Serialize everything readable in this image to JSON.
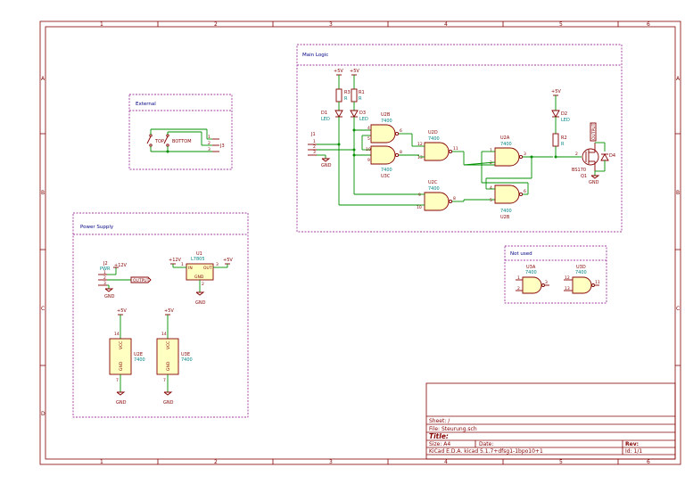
{
  "frame": {
    "columns": [
      "1",
      "2",
      "3",
      "4",
      "5",
      "6"
    ],
    "rows": [
      "A",
      "B",
      "C",
      "D"
    ]
  },
  "sections": {
    "main_logic": "Main Logic",
    "external": "External",
    "power_supply": "Power Supply",
    "not_used": "Not used"
  },
  "power": {
    "v5": "+5V",
    "v12": "+12V",
    "gnd": "GND"
  },
  "components": {
    "r3": {
      "ref": "R3",
      "val": "R"
    },
    "r1": {
      "ref": "R1",
      "val": "R"
    },
    "r2": {
      "ref": "R2",
      "val": "R"
    },
    "d1": {
      "ref": "D1",
      "val": "LED"
    },
    "d3": {
      "ref": "D3",
      "val": "LED"
    },
    "d2": {
      "ref": "D2",
      "val": "LED"
    },
    "d4": {
      "ref": "D4"
    },
    "u2b": {
      "ref": "U2B",
      "val": "7400"
    },
    "u3c": {
      "ref": "U3C",
      "val": "7400"
    },
    "u2d": {
      "ref": "U2D",
      "val": "7400"
    },
    "u2a": {
      "ref": "U2A",
      "val": "7400"
    },
    "u2b2": {
      "ref": "U2B",
      "val": "7400"
    },
    "u2c": {
      "ref": "U2C",
      "val": "7400"
    },
    "j1": {
      "ref": "J1"
    },
    "j2": {
      "ref": "J2",
      "val": "PWR"
    },
    "j3": {
      "ref": "J3"
    },
    "q1": {
      "ref": "Q1",
      "val": "BS170"
    },
    "u1": {
      "ref": "U1",
      "val": "L7805",
      "pin_in": "IN",
      "pin_out": "OUT",
      "pin_gnd": "GND"
    },
    "u2e": {
      "ref": "U2E",
      "val": "7400",
      "vcc": "VCC",
      "gnd": "GND"
    },
    "u3e": {
      "ref": "U3E",
      "val": "7400",
      "vcc": "VCC",
      "gnd": "GND"
    },
    "u3a": {
      "ref": "U3A",
      "val": "7400"
    },
    "u3d": {
      "ref": "U3D",
      "val": "7400"
    }
  },
  "labels": {
    "top": "TOP",
    "bottom": "BOTTOM",
    "output": "OUTPUT",
    "q1_tag": "OUTPUT"
  },
  "pins": {
    "j1": [
      "1",
      "2",
      "3"
    ],
    "j2": [
      "1",
      "2",
      "3"
    ],
    "j3": [
      "1",
      "2",
      "3"
    ],
    "u2b": [
      "4",
      "5",
      "6"
    ],
    "u3c": [
      "10",
      "9",
      "8"
    ],
    "u2d": [
      "12",
      "13",
      "11"
    ],
    "u2a": [
      "1",
      "2",
      "3"
    ],
    "u2b2": [
      "4",
      "5",
      "6"
    ],
    "u2c": [
      "9",
      "10",
      "8"
    ],
    "q1": [
      "2",
      "3",
      "1"
    ],
    "u1": [
      "1",
      "3",
      "2"
    ],
    "u2e": [
      "14",
      "7"
    ],
    "u3e": [
      "14",
      "7"
    ],
    "u3a": [
      "1",
      "2",
      "3"
    ],
    "u3d": [
      "12",
      "13",
      "11"
    ]
  },
  "title_block": {
    "sheet": "Sheet: /",
    "file": "File: Steurung.sch",
    "title": "Title:",
    "size": "Size: A4",
    "date": "Date:",
    "rev": "Rev:",
    "tool": "KiCad E.D.A.  kicad 5.1.7+dfsg1-1bpo10+1",
    "id": "Id: 1/1"
  }
}
